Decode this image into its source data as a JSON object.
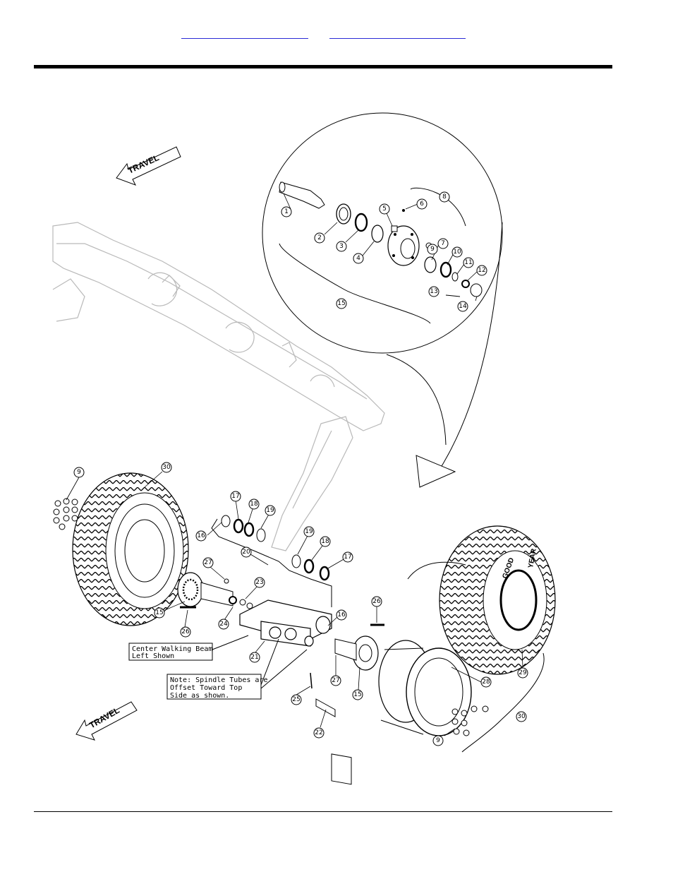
{
  "header": {
    "link_1": "",
    "link_2": ""
  },
  "diagram": {
    "travel_label": "TRAVEL",
    "note_center_beam": [
      "Center Walking Beam",
      "Left Shown"
    ],
    "note_spindle": [
      "Note: Spindle Tubes are",
      "Offset Toward Top",
      "Side as shown."
    ],
    "tire_brand_1": "GOOD",
    "tire_brand_2": "YEAR",
    "callouts": [
      {
        "id": "c1",
        "label": "1"
      },
      {
        "id": "c2",
        "label": "2"
      },
      {
        "id": "c3",
        "label": "3"
      },
      {
        "id": "c4",
        "label": "4"
      },
      {
        "id": "c5",
        "label": "5"
      },
      {
        "id": "c6",
        "label": "6"
      },
      {
        "id": "c7",
        "label": "7"
      },
      {
        "id": "c8",
        "label": "8"
      },
      {
        "id": "c9a",
        "label": "9"
      },
      {
        "id": "c10",
        "label": "10"
      },
      {
        "id": "c11",
        "label": "11"
      },
      {
        "id": "c12",
        "label": "12"
      },
      {
        "id": "c13",
        "label": "13"
      },
      {
        "id": "c14",
        "label": "14"
      },
      {
        "id": "c15a",
        "label": "15"
      },
      {
        "id": "c9b",
        "label": "9"
      },
      {
        "id": "c30a",
        "label": "30"
      },
      {
        "id": "c17a",
        "label": "17"
      },
      {
        "id": "c18a",
        "label": "18"
      },
      {
        "id": "c19a",
        "label": "19"
      },
      {
        "id": "c16a",
        "label": "16"
      },
      {
        "id": "c20",
        "label": "20"
      },
      {
        "id": "c19b",
        "label": "19"
      },
      {
        "id": "c18b",
        "label": "18"
      },
      {
        "id": "c17b",
        "label": "17"
      },
      {
        "id": "c27a",
        "label": "27"
      },
      {
        "id": "c23",
        "label": "23"
      },
      {
        "id": "c15b",
        "label": "15"
      },
      {
        "id": "c24",
        "label": "24"
      },
      {
        "id": "c26a",
        "label": "26"
      },
      {
        "id": "c16b",
        "label": "16"
      },
      {
        "id": "c21",
        "label": "21"
      },
      {
        "id": "c26b",
        "label": "26"
      },
      {
        "id": "c27b",
        "label": "27"
      },
      {
        "id": "c25",
        "label": "25"
      },
      {
        "id": "c15c",
        "label": "15"
      },
      {
        "id": "c22",
        "label": "22"
      },
      {
        "id": "c28",
        "label": "28"
      },
      {
        "id": "c29",
        "label": "29"
      },
      {
        "id": "c30b",
        "label": "30"
      },
      {
        "id": "c9c",
        "label": "9"
      }
    ]
  }
}
